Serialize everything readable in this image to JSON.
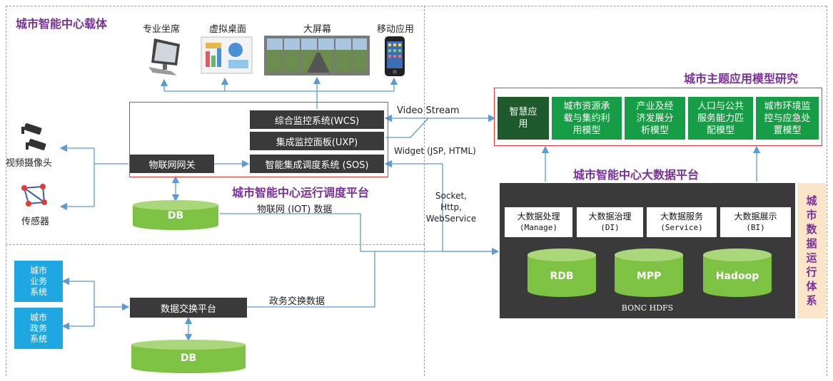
{
  "sections": {
    "carrier_title": "城市智能中心载体",
    "model_title": "城市主题应用模型研究",
    "platform_title": "城市智能中心运行调度平台",
    "bigdata_title": "城市智能中心大数据平台",
    "ops_title_chars": [
      "城",
      "市",
      "数",
      "据",
      "运",
      "行",
      "体",
      "系"
    ]
  },
  "terminals": [
    {
      "label": "专业坐席",
      "icon": "monitor-icon"
    },
    {
      "label": "虚拟桌面",
      "icon": "virtual-desktop-icon"
    },
    {
      "label": "大屏幕",
      "icon": "video-wall-icon"
    },
    {
      "label": "移动应用",
      "icon": "smartphone-icon"
    }
  ],
  "devices": {
    "camera": "视频摄像头",
    "sensor": "传感器"
  },
  "platform_systems": {
    "wcs": "综合监控系统(WCS)",
    "uxp": "集成监控面板(UXP)",
    "sos": "智能集成调度系统 (SOS)",
    "iot_gateway": "物联网网关"
  },
  "db": {
    "top": "DB",
    "bottom": "DB"
  },
  "links": {
    "video_stream": "Video Stream",
    "widget": "Widget (JSP, HTML)",
    "socket_lines": [
      "Socket,",
      "Http,",
      "WebService"
    ],
    "iot_data": "物联网 (IOT) 数据",
    "gov_exchange": "政务交换数据"
  },
  "models": {
    "smart_app": [
      "智慧应",
      "用"
    ],
    "items": [
      [
        "城市资源承",
        "载与集约利",
        "用模型"
      ],
      [
        "产业及经",
        "济发展分",
        "析模型"
      ],
      [
        "人口与公共",
        "服务能力匹",
        "配模型"
      ],
      [
        "城市环境监",
        "控与应急处",
        "置模型"
      ]
    ]
  },
  "bigdata": {
    "services": [
      [
        "大数据处理",
        "(Manage)"
      ],
      [
        "大数据治理",
        "(DI)"
      ],
      [
        "大数据服务",
        "(Service)"
      ],
      [
        "大数据展示",
        "(BI)"
      ]
    ],
    "stores": [
      "RDB",
      "MPP",
      "Hadoop"
    ],
    "hdfs_label": "BONC HDFS"
  },
  "exchange": {
    "platform": "数据交换平台",
    "city_business": [
      "城市",
      "业务",
      "系统"
    ],
    "city_gov": [
      "城市",
      "政务",
      "系统"
    ]
  },
  "colors": {
    "purple": "#7a2f9a",
    "green": "#169d45",
    "dark_green": "#1e5a2c",
    "db_green": "#7dc242",
    "blue": "#1ea7e1",
    "arrow": "#5b9bd5",
    "red": "#e53935",
    "dark": "#3a3a3a"
  }
}
